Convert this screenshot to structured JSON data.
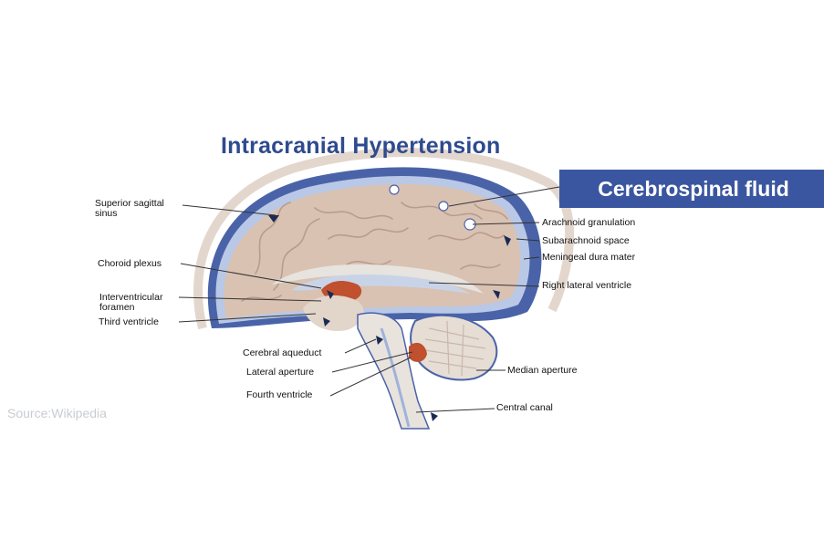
{
  "title": "Intracranial Hypertension",
  "badge": "Cerebrospinal fluid",
  "source": "Source:Wikipedia",
  "labels": {
    "superior_sagittal_sinus_1": "Superior sagittal",
    "superior_sagittal_sinus_2": "sinus",
    "choroid_plexus": "Choroid plexus",
    "interventricular_foramen_1": "Interventricular",
    "interventricular_foramen_2": "foramen",
    "third_ventricle": "Third ventricle",
    "cerebral_aqueduct": "Cerebral aqueduct",
    "lateral_aperture": "Lateral aperture",
    "fourth_ventricle": "Fourth ventricle",
    "arachnoid_granulation": "Arachnoid granulation",
    "subarachnoid_space": "Subarachnoid space",
    "meningeal_dura_mater": "Meningeal dura mater",
    "right_lateral_ventricle": "Right lateral ventricle",
    "median_aperture": "Median aperture",
    "central_canal": "Central canal"
  },
  "colors": {
    "title": "#2e4b8f",
    "badge_bg": "#3b56a0",
    "dura": "#4a63a8",
    "csf": "#b9c8e6",
    "brain": "#d9c2b2",
    "gyri": "#b99c8d",
    "choroid": "#c0502e"
  }
}
